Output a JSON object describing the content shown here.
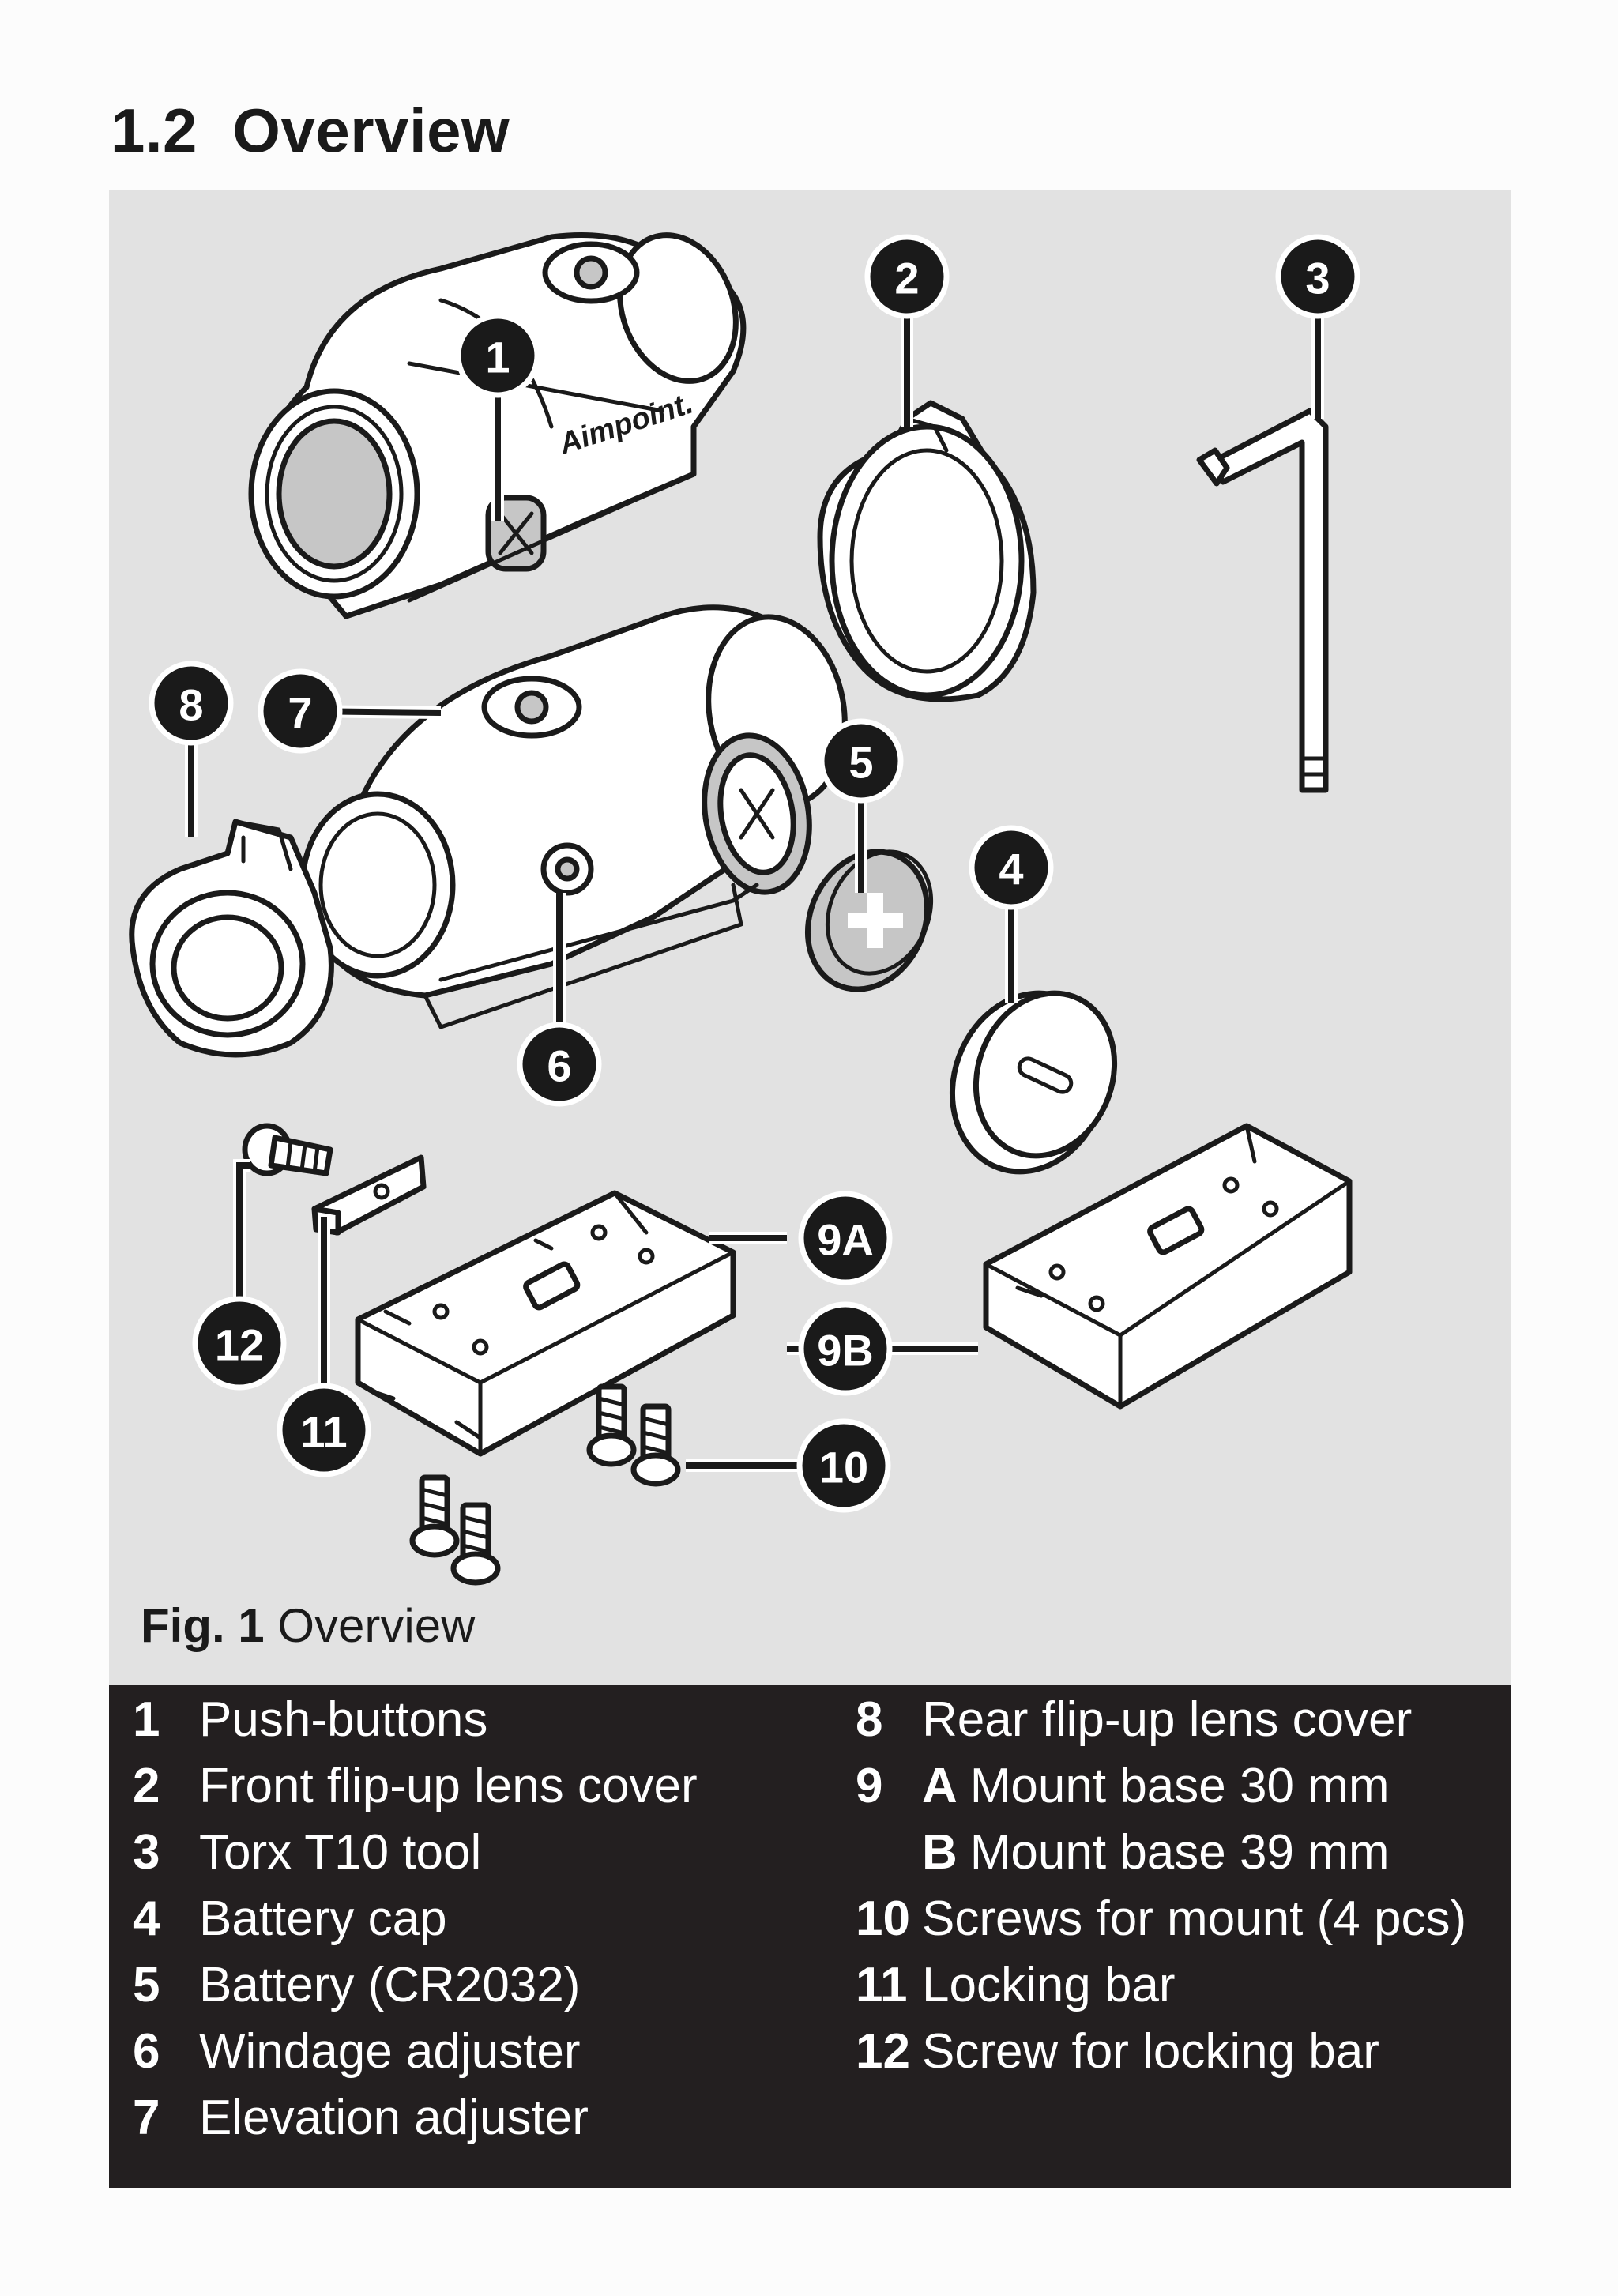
{
  "section": {
    "number": "1.2",
    "title": "Overview"
  },
  "figure": {
    "brand_mark": "Aimpoint.",
    "callouts": [
      "1",
      "2",
      "3",
      "4",
      "5",
      "6",
      "7",
      "8",
      "9A",
      "9B",
      "10",
      "11",
      "12"
    ],
    "caption": {
      "label": "Fig. 1",
      "text": "Overview"
    }
  },
  "legend": {
    "left": [
      {
        "num": "1",
        "text": "Push-buttons"
      },
      {
        "num": "2",
        "text": "Front flip-up lens cover"
      },
      {
        "num": "3",
        "text": "Torx T10 tool"
      },
      {
        "num": "4",
        "text": "Battery cap"
      },
      {
        "num": "5",
        "text": "Battery (CR2032)"
      },
      {
        "num": "6",
        "text": "Windage adjuster"
      },
      {
        "num": "7",
        "text": "Elevation adjuster"
      }
    ],
    "right": [
      {
        "num": "8",
        "text": "Rear flip-up lens cover"
      },
      {
        "num": "9",
        "sub": "A",
        "text": "Mount base 30 mm"
      },
      {
        "sub": "B",
        "text": "Mount base 39 mm"
      },
      {
        "num": "10",
        "text": "Screws for mount (4 pcs)"
      },
      {
        "num": "11",
        "text": "Locking bar"
      },
      {
        "num": "12",
        "text": "Screw for locking bar"
      }
    ]
  },
  "colors": {
    "panel": "#e2e2e2",
    "legend_bg": "#231f20",
    "ink": "#1a1a1a"
  },
  "icons": [
    "red-dot-sight",
    "flip-up-lens-cover",
    "torx-key",
    "battery-cap",
    "coin-battery",
    "mount-base",
    "screw",
    "locking-bar"
  ]
}
